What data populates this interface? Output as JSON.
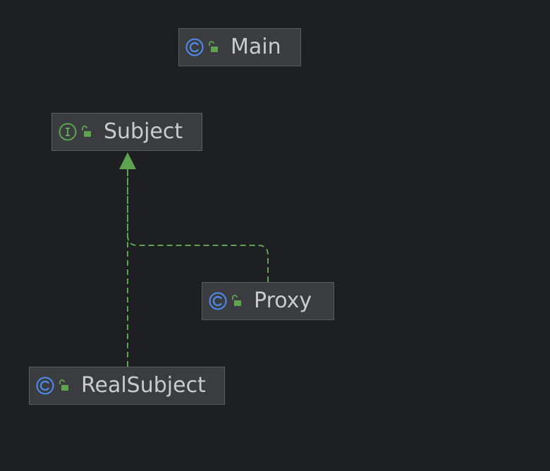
{
  "diagram": {
    "nodes": [
      {
        "id": "main",
        "label": "Main",
        "kind": "class",
        "visibility": "public"
      },
      {
        "id": "subject",
        "label": "Subject",
        "kind": "interface",
        "visibility": "public"
      },
      {
        "id": "proxy",
        "label": "Proxy",
        "kind": "class",
        "visibility": "public"
      },
      {
        "id": "realsubject",
        "label": "RealSubject",
        "kind": "class",
        "visibility": "public"
      }
    ],
    "edges": [
      {
        "from": "proxy",
        "to": "subject",
        "type": "implements",
        "style": "dashed"
      },
      {
        "from": "realsubject",
        "to": "subject",
        "type": "implements",
        "style": "dashed"
      }
    ],
    "icons": {
      "class": "class-c-icon",
      "interface": "interface-i-icon",
      "public": "unlocked-padlock-icon"
    },
    "colors": {
      "background": "#1e1f22",
      "node_fill": "#3b3c3f",
      "node_border": "#5b5d61",
      "label": "#c9cbcf",
      "class_icon": "#4e8cf0",
      "interface_icon": "#5ea34f",
      "lock_icon": "#5ea34f",
      "edge": "#5ea34f"
    }
  }
}
